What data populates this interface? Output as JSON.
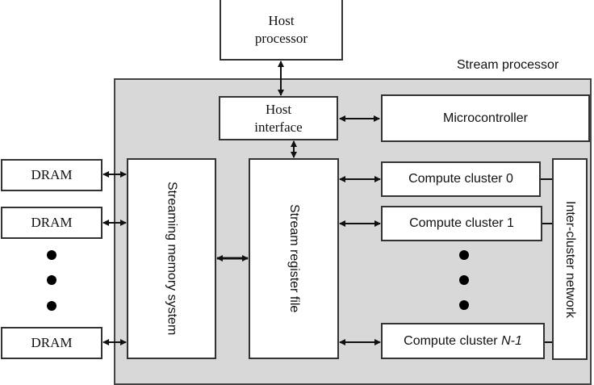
{
  "diagram": {
    "container_label": "Stream processor",
    "host_processor": "Host\nprocessor",
    "host_processor_lines": [
      "Host",
      "processor"
    ],
    "host_interface_lines": [
      "Host",
      "interface"
    ],
    "microcontroller": "Microcontroller",
    "dram_label": "DRAM",
    "dram_count_visible": 3,
    "streaming_memory_system": "Streaming memory system",
    "stream_register_file": "Stream register file",
    "compute_clusters": [
      {
        "prefix": "Compute cluster ",
        "index": "0"
      },
      {
        "prefix": "Compute cluster ",
        "index": "1"
      },
      {
        "prefix": "Compute cluster ",
        "index": "N-1"
      }
    ],
    "inter_cluster_network": "Inter-cluster network",
    "ellipsis_dots": 3
  }
}
